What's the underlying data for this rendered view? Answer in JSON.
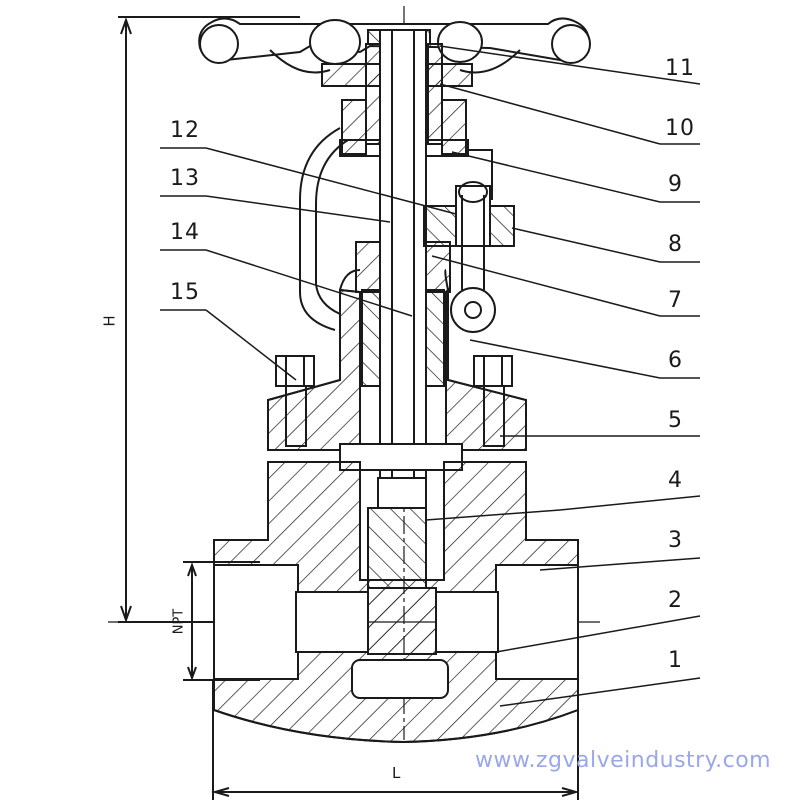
{
  "drawing": {
    "part_numbers": [
      "11",
      "10",
      "9",
      "8",
      "7",
      "6",
      "5",
      "4",
      "3",
      "2",
      "1"
    ],
    "left_part_numbers": [
      "12",
      "13",
      "14",
      "15"
    ],
    "dimension_h": "H",
    "dimension_l": "L",
    "dimension_npt": "NPT",
    "watermark": "www.zgvalveindustry.com",
    "colors": {
      "line": "#1a1a1a",
      "hatch": "#1a1a1a",
      "watermark": "#9aa7e8",
      "background": "#ffffff"
    }
  }
}
